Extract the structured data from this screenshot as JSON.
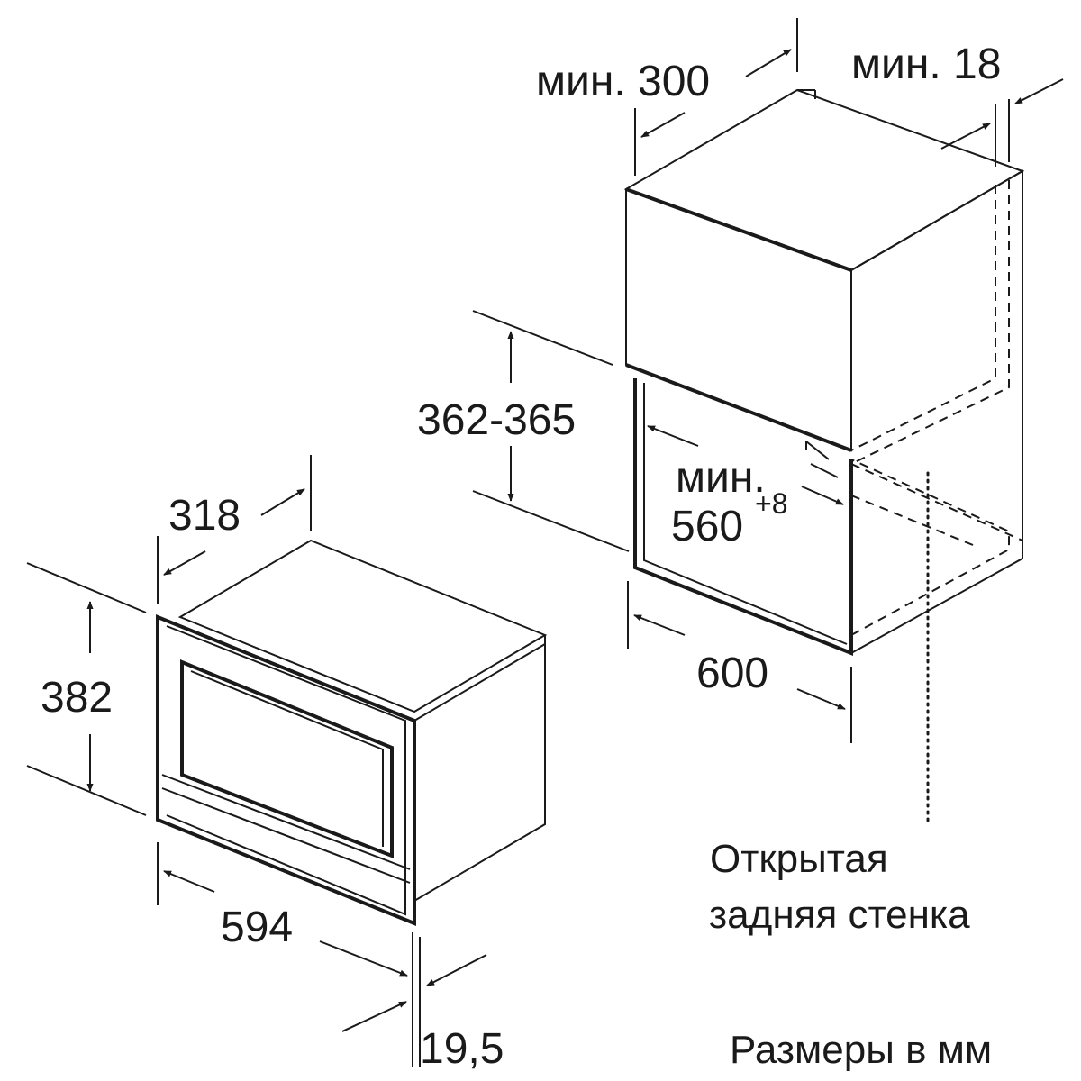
{
  "diagram": {
    "cabinet": {
      "label_min_depth": "мин. 300",
      "label_min_gap": "мин. 18",
      "label_height": "362-365",
      "label_min_width_line1": "мин.",
      "label_min_width_line2": "560",
      "label_min_width_sup": "+8",
      "label_width": "600",
      "label_open_back_line1": "Открытая",
      "label_open_back_line2": "задняя стенка"
    },
    "appliance": {
      "label_depth": "318",
      "label_height": "382",
      "label_width": "594",
      "label_panel": "19,5"
    },
    "footer": {
      "units_note": "Размеры в мм"
    }
  }
}
